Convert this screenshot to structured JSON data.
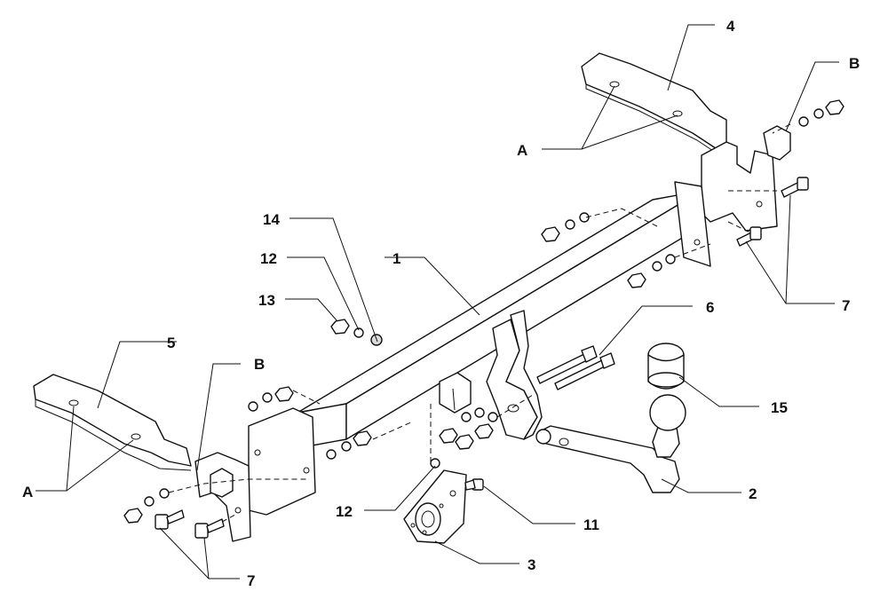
{
  "callouts": {
    "c1": "1",
    "c2": "2",
    "c3": "3",
    "c4": "4",
    "c5": "5",
    "c6": "6",
    "c7_right": "7",
    "c7_left": "7",
    "c11": "11",
    "c12_top": "12",
    "c12_bottom": "12",
    "c13": "13",
    "c14": "14",
    "c15": "15",
    "a_right": "A",
    "a_left": "A",
    "b_right": "B",
    "b_left": "B"
  }
}
